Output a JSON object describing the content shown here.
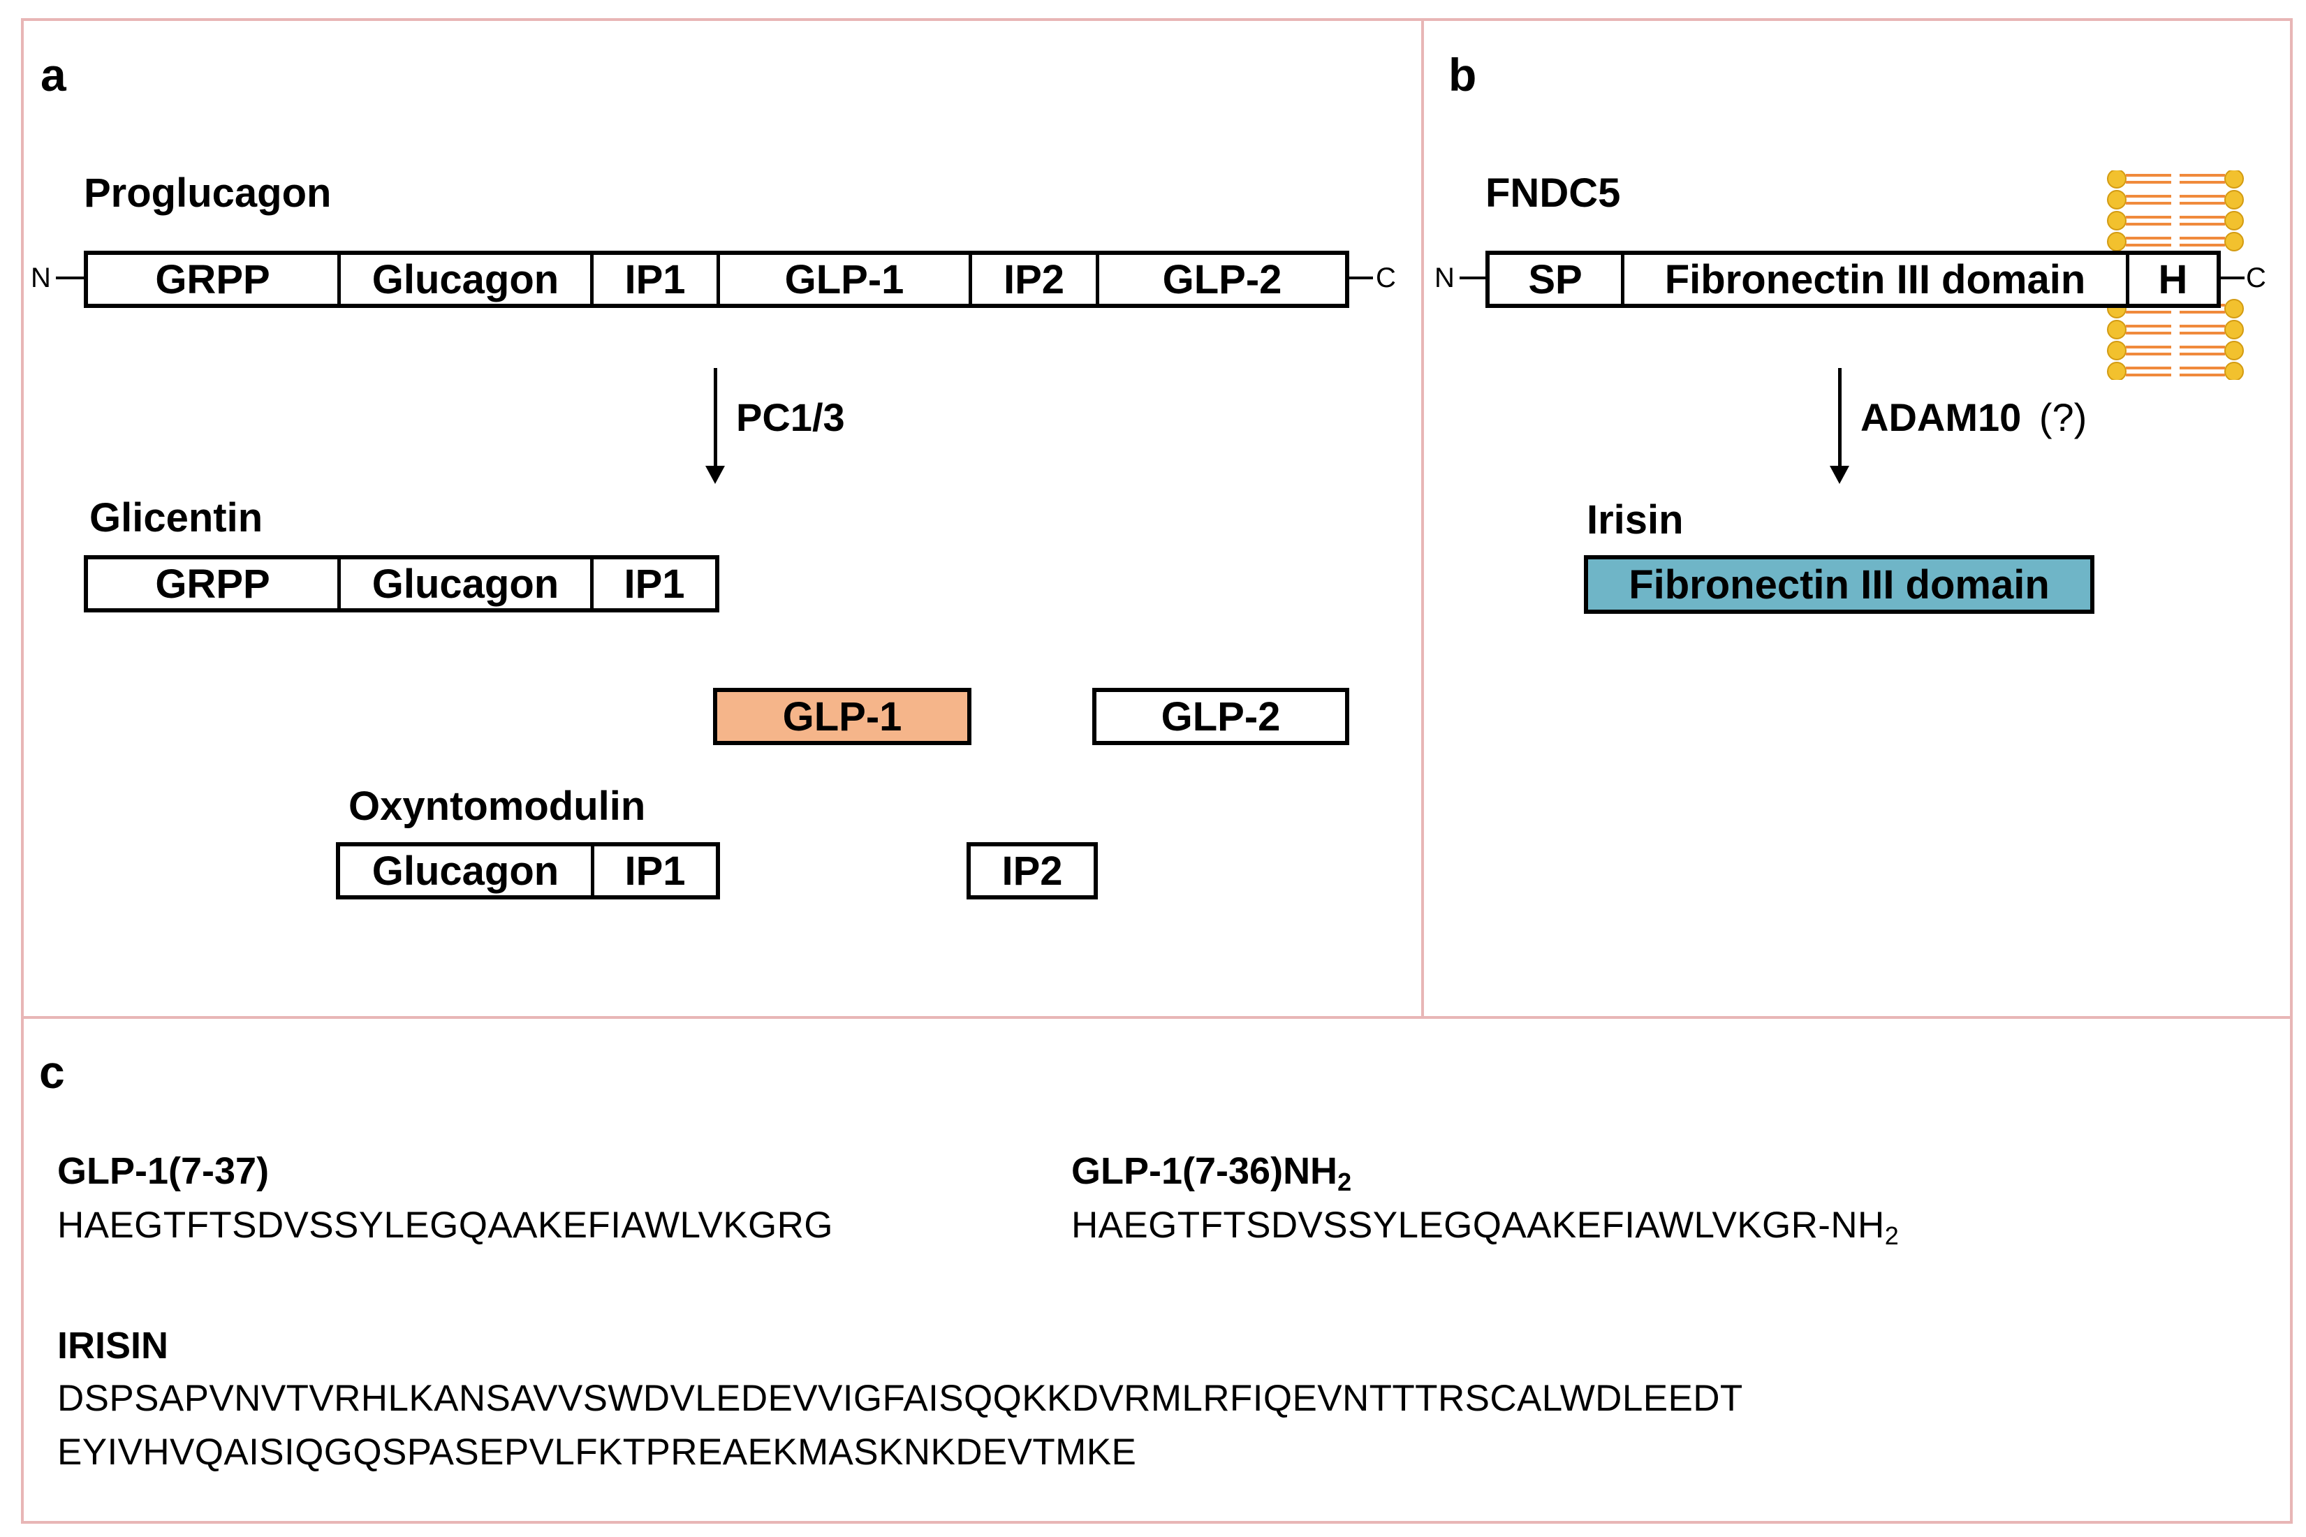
{
  "panels": {
    "a": {
      "letter": "a",
      "precursor": {
        "name": "Proglucagon",
        "n_term": "N",
        "c_term": "C",
        "segments": [
          "GRPP",
          "Glucagon",
          "IP1",
          "GLP-1",
          "IP2",
          "GLP-2"
        ]
      },
      "enzyme": "PC1/3",
      "products": {
        "glicentin": {
          "name": "Glicentin",
          "segments": [
            "GRPP",
            "Glucagon",
            "IP1"
          ]
        },
        "glp1": {
          "label": "GLP-1",
          "fill": "#f5b58a"
        },
        "glp2": {
          "label": "GLP-2"
        },
        "oxyntomodulin": {
          "name": "Oxyntomodulin",
          "segments": [
            "Glucagon",
            "IP1"
          ]
        },
        "ip2": {
          "label": "IP2"
        }
      }
    },
    "b": {
      "letter": "b",
      "precursor": {
        "name": "FNDC5",
        "n_term": "N",
        "c_term": "C",
        "segments": [
          "SP",
          "Fibronectin III domain",
          "H"
        ]
      },
      "enzyme": "ADAM10",
      "enzyme_note": "(?)",
      "product": {
        "name": "Irisin",
        "label": "Fibronectin III domain",
        "fill": "#6fb5c7"
      },
      "membrane_icon": "lipid-bilayer-icon"
    },
    "c": {
      "letter": "c",
      "peptides": [
        {
          "title": "GLP-1(7-37)",
          "sequence": "HAEGTFTSDVSSYLEGQAAKEFIAWLVKGRG"
        },
        {
          "title_main": "GLP-1(7-36)NH",
          "title_sub": "2",
          "sequence_main": "HAEGTFTSDVSSYLEGQAAKEFIAWLVKGR-NH",
          "sequence_sub": "2"
        },
        {
          "title": "IRISIN",
          "sequence_lines": [
            "DSPSAPVNVTVRHLKANSAVVSWDVLEDEVVIGFAISQQKKDVRMLRFIQEVNTTTRSCALWDLEEDT",
            "EYIVHVQAISIQGQSPASEPVLFKTPREAEKMASKNKDEVTMKE"
          ]
        }
      ]
    }
  },
  "colors": {
    "frame": "#e8b6b6",
    "glp1_fill": "#f5b58a",
    "irisin_fill": "#6fb5c7",
    "lipid_head": "#f2c12e",
    "lipid_tail": "#f08a3c"
  }
}
